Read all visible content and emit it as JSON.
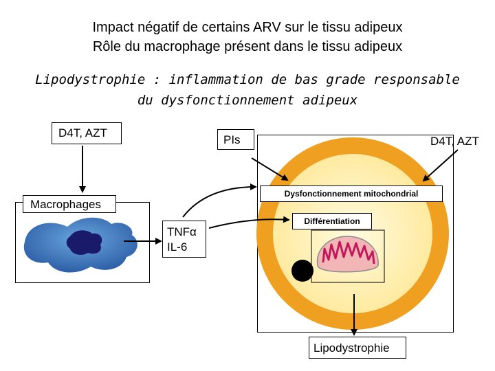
{
  "header": {
    "title_line1": "Impact négatif de certains ARV sur le tissu adipeux",
    "title_line2": "Rôle du macrophage présent dans le tissu adipeux",
    "subtitle_line1": "Lipodystrophie : inflammation de bas grade responsable",
    "subtitle_line2": "du dysfonctionnement adipeux"
  },
  "diagram": {
    "drug_box_left": "D4T, AZT",
    "macrophages_label": "Macrophages",
    "cytokine_line1": "TNFα",
    "cytokine_line2": "IL-6",
    "pis_label": "PIs",
    "drug_box_right": "D4T, AZT",
    "mito_dysfunction": "Dysfonctionnement mitochondrial",
    "differentiation": "Différentiation",
    "outcome": "Lipodystrophie"
  },
  "colors": {
    "adipocyte_outer": "#f0a020",
    "adipocyte_inner": "#fff6c0",
    "macrophage_body": "#3a6fb8",
    "macrophage_nucleus": "#1a1a6a",
    "mitochondrion": "#f2b6b6",
    "cristae": "#c2185b"
  }
}
